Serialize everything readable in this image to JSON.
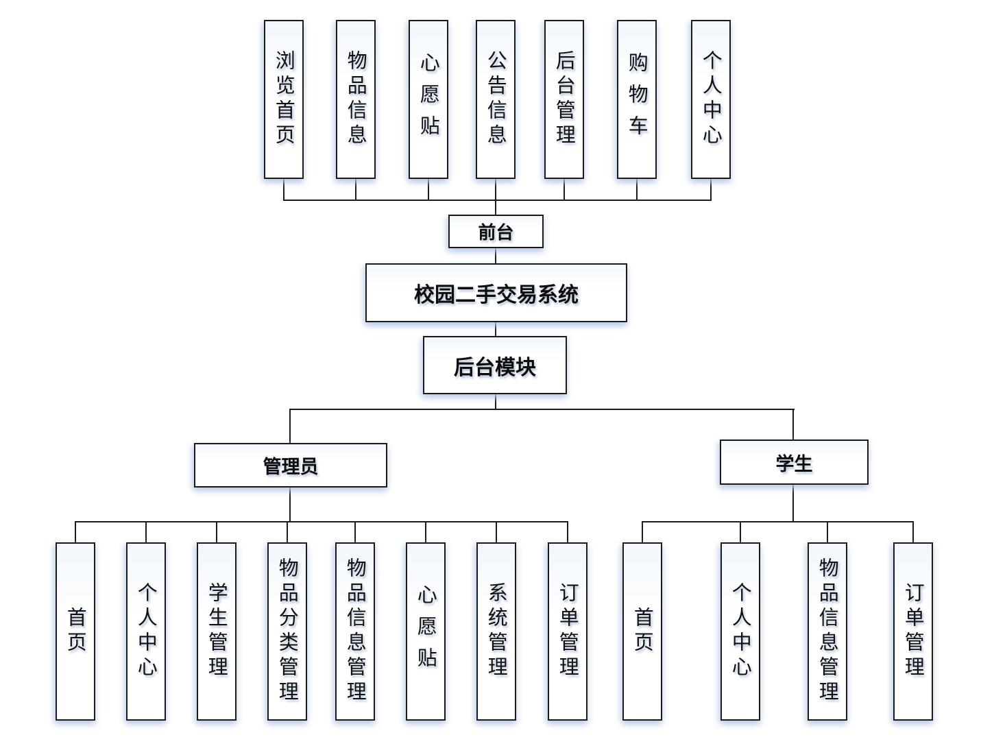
{
  "diagram": {
    "system": "校园二手交易系统",
    "front": "前台",
    "backend": "后台模块",
    "front_modules": [
      "浏览首页",
      "物品信息",
      "心愿贴",
      "公告信息",
      "后台管理",
      "购物车",
      "个人中心"
    ],
    "admin": {
      "label": "管理员",
      "children": [
        "首页",
        "个人中心",
        "学生管理",
        "物品分类管理",
        "物品信息管理",
        "心愿贴",
        "系统管理",
        "订单管理"
      ]
    },
    "student": {
      "label": "学生",
      "children": [
        "首页",
        "个人中心",
        "物品信息管理",
        "订单管理"
      ]
    }
  },
  "colors": {
    "line": "#1a1a1a",
    "box_background": "#ffffff",
    "box_border": "#1a1a1a",
    "shadow": "#b0c6e6"
  }
}
